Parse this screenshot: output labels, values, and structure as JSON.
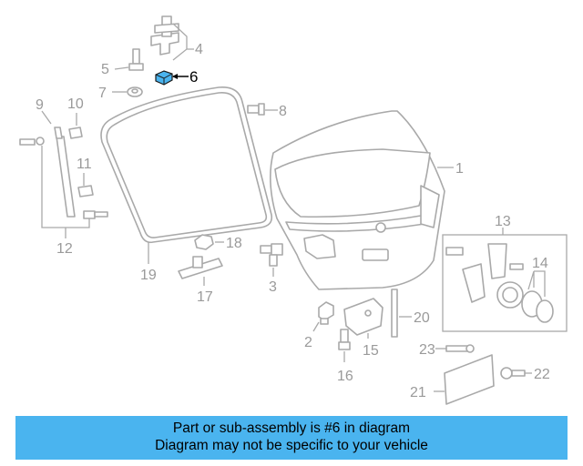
{
  "diagram": {
    "callouts": {
      "n1": "1",
      "n2": "2",
      "n3": "3",
      "n4": "4",
      "n5": "5",
      "n6": "6",
      "n7": "7",
      "n8": "8",
      "n9": "9",
      "n10": "10",
      "n11": "11",
      "n12": "12",
      "n13": "13",
      "n14": "14",
      "n15": "15",
      "n16": "16",
      "n17": "17",
      "n18": "18",
      "n19": "19",
      "n20": "20",
      "n21": "21",
      "n22": "22",
      "n23": "23"
    },
    "highlight_color": "#4ab4ef",
    "line_color": "#a9a9a9"
  },
  "caption": {
    "line1": "Part or sub-assembly is #6 in diagram",
    "line2": "Diagram may not be specific to your vehicle",
    "background": "#4ab4ef"
  }
}
